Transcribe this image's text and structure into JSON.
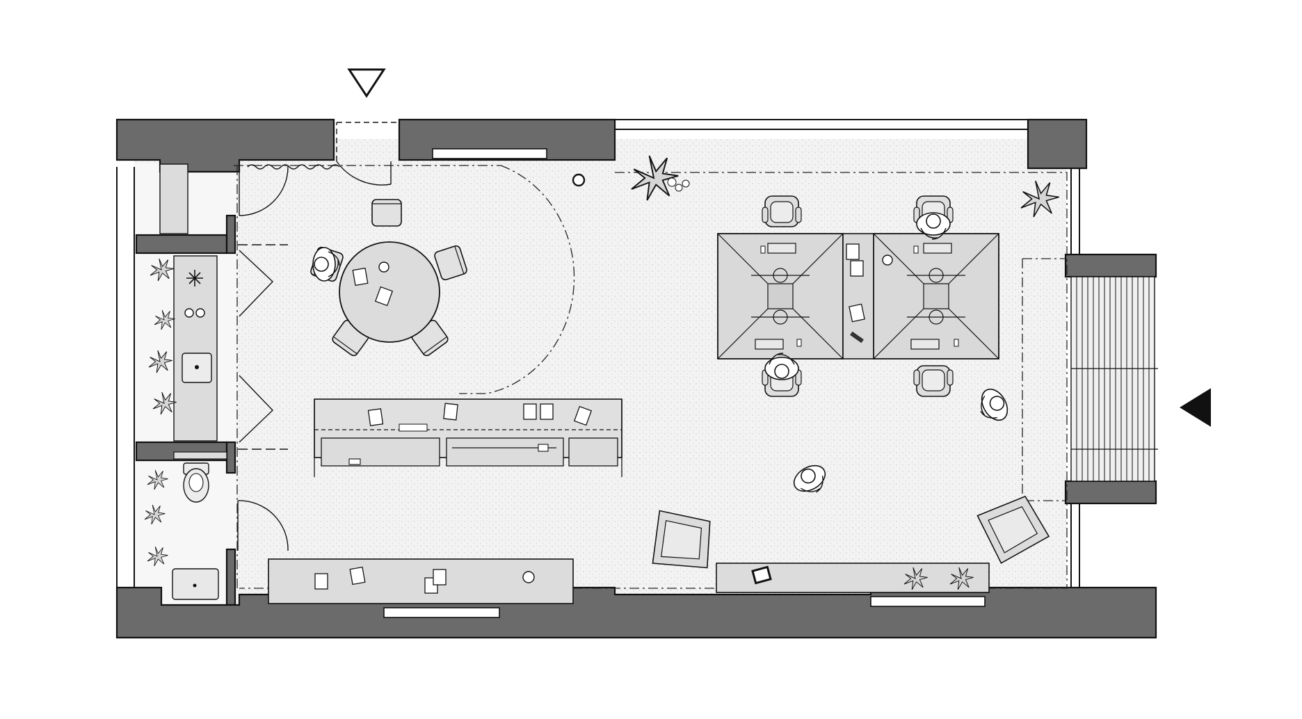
{
  "drawing": {
    "type": "architectural-floor-plan",
    "view": "top-down",
    "colors": {
      "background": "#ffffff",
      "wall": "#6b6b6b",
      "floor": "#f2f2f2",
      "furniture": "#dcdcdc",
      "line": "#111111"
    }
  },
  "markers": {
    "section_top": {
      "symbol": "open-triangle-down"
    },
    "entry_right": {
      "symbol": "filled-triangle-left"
    }
  },
  "spaces": [
    "meeting-area",
    "work-area",
    "kitchenette",
    "bathroom",
    "entrance-stairs"
  ]
}
